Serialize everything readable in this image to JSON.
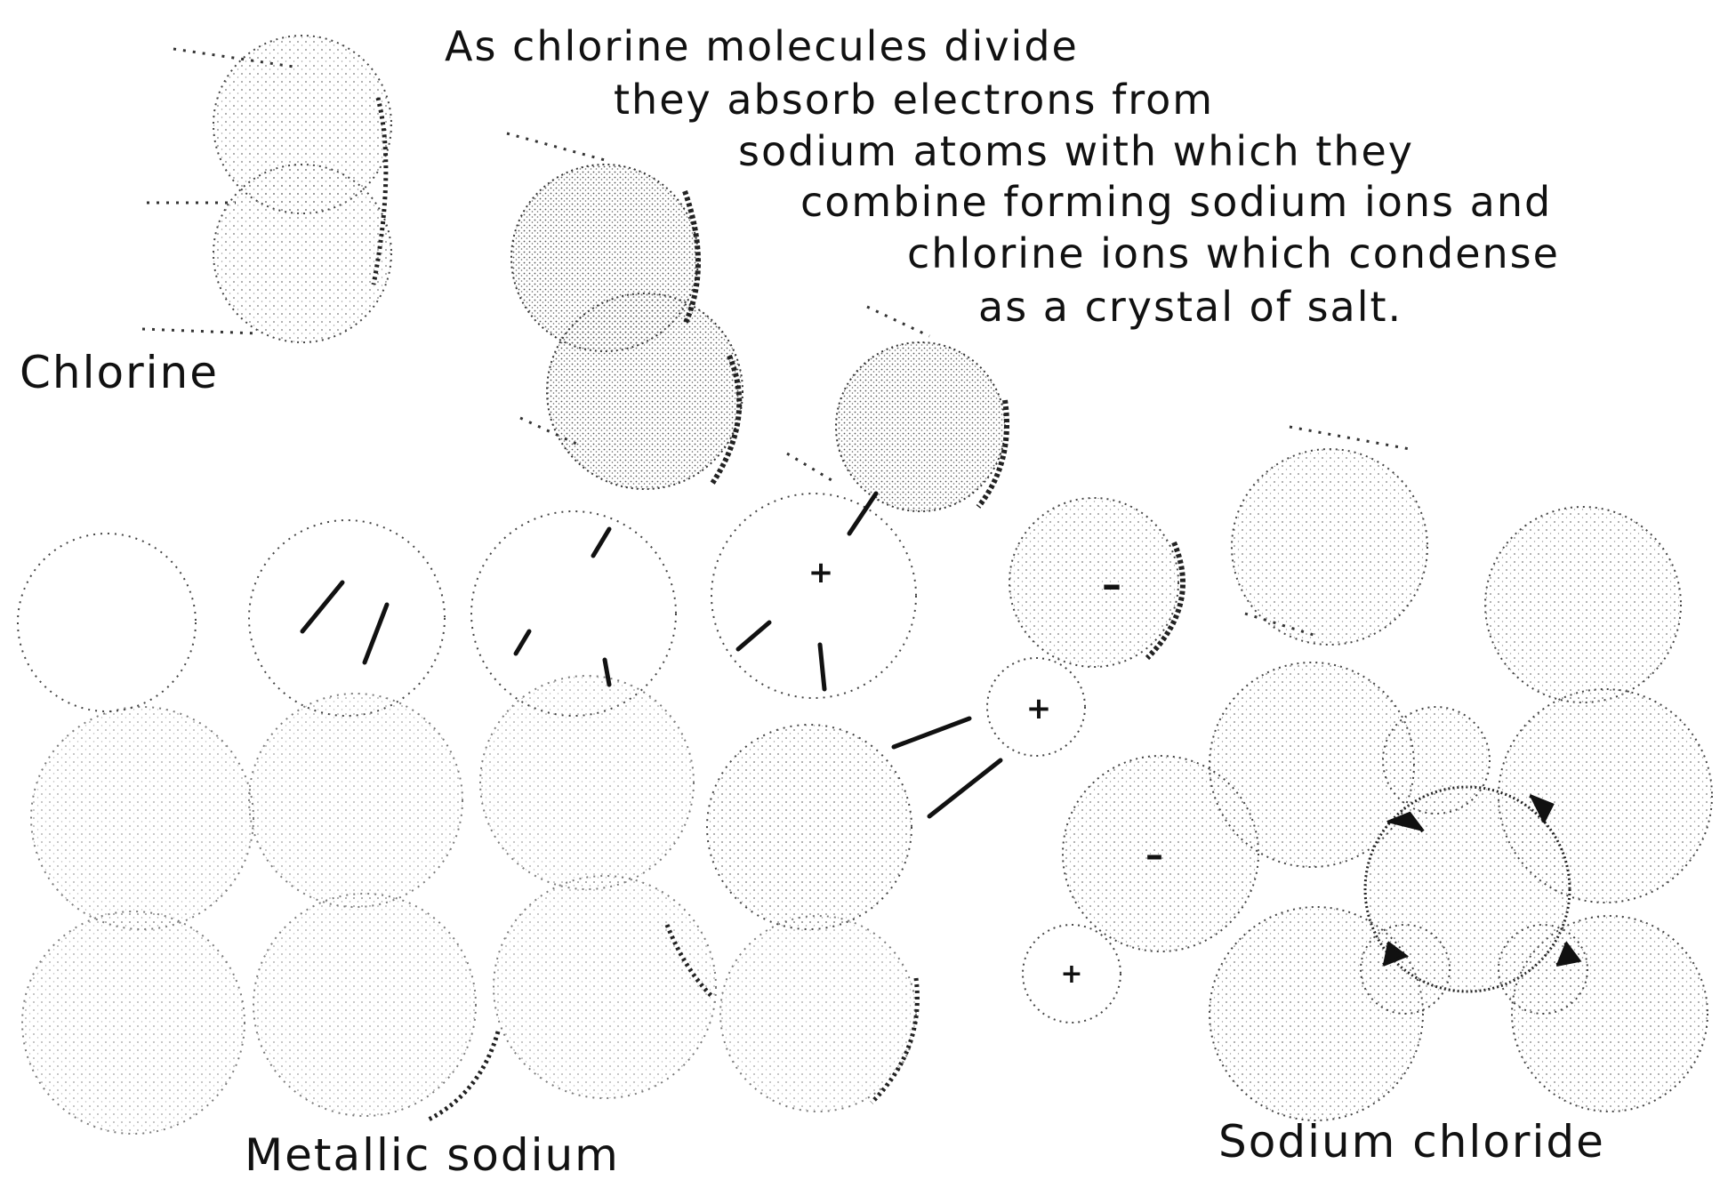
{
  "caption": {
    "lines": [
      "As chlorine molecules divide",
      "they absorb electrons from",
      "sodium atoms with which they",
      "combine forming sodium ions and",
      "chlorine ions which condense",
      "as a crystal of salt."
    ]
  },
  "labels": {
    "chlorine": "Chlorine",
    "metallic_sodium": "Metallic sodium",
    "sodium_chloride": "Sodium chloride"
  },
  "signs": {
    "plus": "+",
    "minus": "–"
  },
  "colors": {
    "ink": "#111111",
    "paper": "#ffffff"
  }
}
